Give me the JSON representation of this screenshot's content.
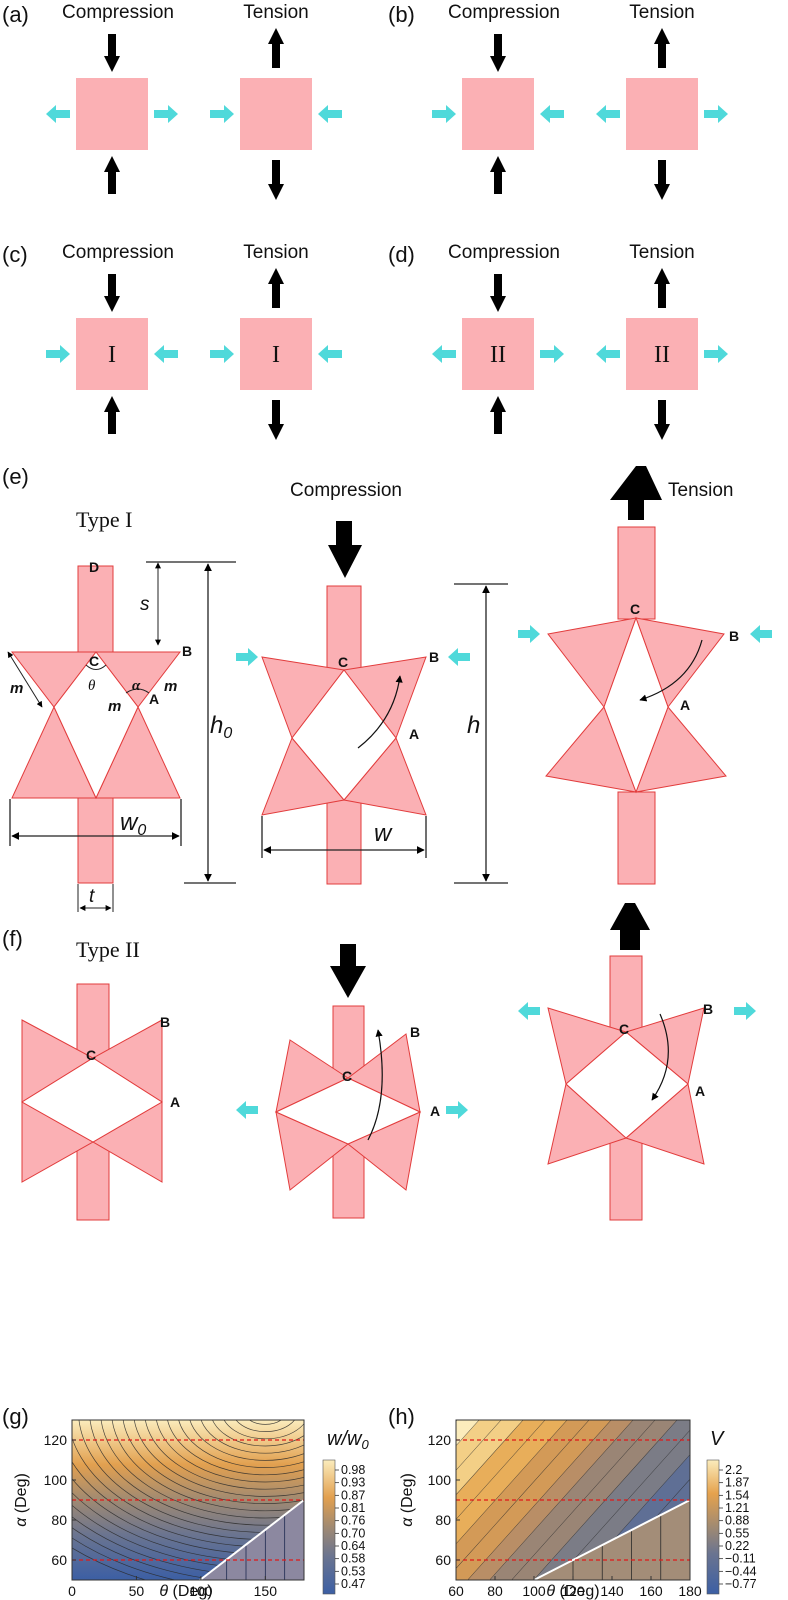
{
  "panels": {
    "a": {
      "label": "(a)",
      "left": "Compression",
      "right": "Tension"
    },
    "b": {
      "label": "(b)",
      "left": "Compression",
      "right": "Tension"
    },
    "c": {
      "label": "(c)",
      "left": "Compression",
      "right": "Tension",
      "box_text": "I"
    },
    "d": {
      "label": "(d)",
      "left": "Compression",
      "right": "Tension",
      "box_text": "II"
    },
    "e": {
      "label": "(e)",
      "type": "Type I",
      "compression": "Compression",
      "tension": "Tension",
      "points": {
        "D": "D",
        "C": "C",
        "B": "B",
        "A": "A"
      },
      "symbols": {
        "s": "s",
        "theta": "θ",
        "alpha": "α",
        "m": "m",
        "h0": "h",
        "h0_sub": "0",
        "w0": "w",
        "w0_sub": "0",
        "t": "t",
        "h": "h",
        "w": "w"
      }
    },
    "f": {
      "label": "(f)",
      "type": "Type II",
      "points": {
        "C": "C",
        "B": "B",
        "A": "A"
      }
    },
    "g": {
      "label": "(g)",
      "xlabel_sym": "θ",
      "xlabel_unit": " (Deg)",
      "ylabel_sym": "α",
      "ylabel_unit": " (Deg)",
      "colorbar_title": "w/w",
      "colorbar_sub": "0"
    },
    "h": {
      "label": "(h)",
      "xlabel_sym": "θ",
      "xlabel_unit": " (Deg)",
      "ylabel_sym": "α",
      "ylabel_unit": " (Deg)",
      "colorbar_title": "V"
    }
  },
  "colors": {
    "block": "#fbb0b4",
    "block_edge": "#e23c3c",
    "arrow_black": "#000000",
    "arrow_cyan": "#4fd9da",
    "dashed": "#e01818"
  },
  "chart_data": [
    {
      "type": "heatmap",
      "panel": "(g)",
      "description": "contour plot of w/w0 over theta and alpha",
      "xlabel": "θ (Deg)",
      "ylabel": "α (Deg)",
      "xlim": [
        0,
        180
      ],
      "ylim": [
        50,
        130
      ],
      "xticks": [
        0,
        50,
        100,
        150
      ],
      "yticks": [
        60,
        80,
        100,
        120
      ],
      "dashed_lines_alpha": [
        60,
        90,
        120
      ],
      "colorbar_title": "w/w0",
      "colorbar_ticks": [
        "0.98",
        "0.93",
        "0.87",
        "0.81",
        "0.76",
        "0.70",
        "0.64",
        "0.58",
        "0.53",
        "0.47"
      ],
      "invalid_region_boundary": [
        [
          100,
          50
        ],
        [
          180,
          90
        ]
      ],
      "legend_position": "right"
    },
    {
      "type": "heatmap",
      "panel": "(h)",
      "description": "contour plot of V over theta and alpha",
      "xlabel": "θ (Deg)",
      "ylabel": "α (Deg)",
      "xlim": [
        60,
        180
      ],
      "ylim": [
        50,
        130
      ],
      "xticks": [
        60,
        80,
        100,
        120,
        140,
        160,
        180
      ],
      "yticks": [
        60,
        80,
        100,
        120
      ],
      "dashed_lines_alpha": [
        60,
        90,
        120
      ],
      "colorbar_title": "V",
      "colorbar_ticks": [
        "2.2",
        "1.87",
        "1.54",
        "1.21",
        "0.88",
        "0.55",
        "0.22",
        "−0.11",
        "−0.44",
        "−0.77"
      ],
      "invalid_region_boundary": [
        [
          100,
          50
        ],
        [
          180,
          90
        ]
      ],
      "legend_position": "right"
    }
  ]
}
